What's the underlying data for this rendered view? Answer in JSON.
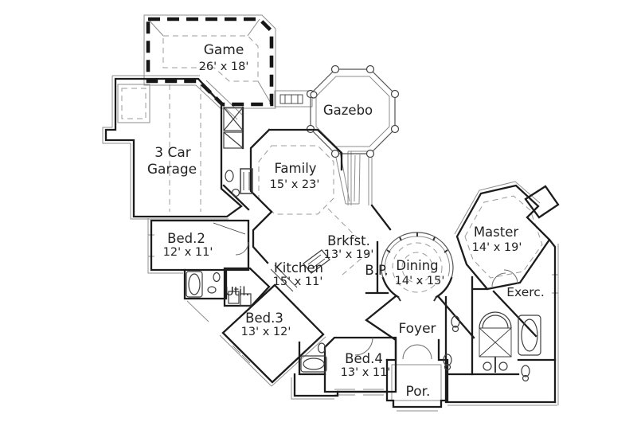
{
  "figure": {
    "type": "floor-plan",
    "background": "#ffffff",
    "wall_color": "#1c1c1c",
    "thin_line_color": "#8d8d8d",
    "text_color": "#232323"
  },
  "rooms": {
    "game": {
      "label": "Game",
      "dims": "26' x 18'"
    },
    "gazebo": {
      "label": "Gazebo"
    },
    "garage": {
      "label_line1": "3 Car",
      "label_line2": "Garage"
    },
    "family": {
      "label": "Family",
      "dims": "15' x 23'"
    },
    "bed2": {
      "label": "Bed.2",
      "dims": "12' x 11'"
    },
    "brkfst": {
      "label": "Brkfst.",
      "dims": "13' x 19'"
    },
    "kitchen": {
      "label": "Kitchen",
      "dims": "15' x 11'"
    },
    "bp": {
      "label": "B.P."
    },
    "dining": {
      "label": "Dining",
      "dims": "14' x 15'"
    },
    "master": {
      "label": "Master",
      "dims": "14' x 19'"
    },
    "util": {
      "label": "Util."
    },
    "exerc": {
      "label": "Exerc."
    },
    "bed3": {
      "label": "Bed.3",
      "dims": "13' x 12'"
    },
    "foyer": {
      "label": "Foyer"
    },
    "bed4": {
      "label": "Bed.4",
      "dims": "13' x 11'"
    },
    "por": {
      "label": "Por."
    }
  }
}
